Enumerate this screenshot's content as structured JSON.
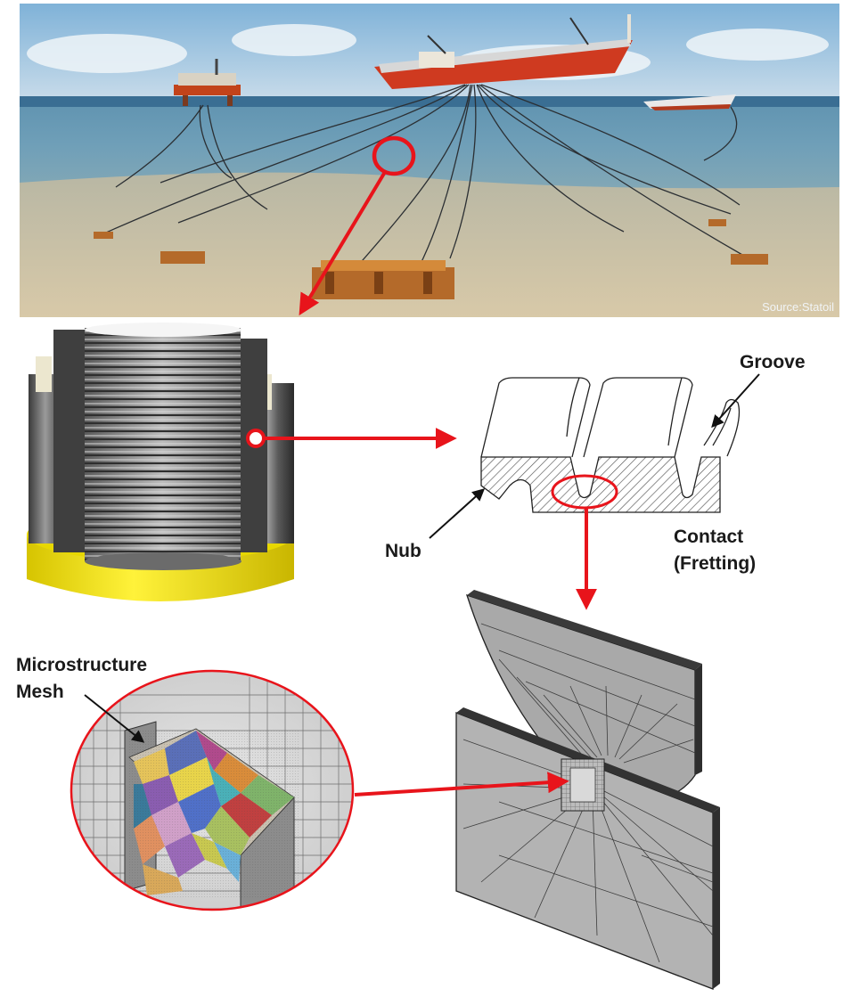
{
  "source_credit": "Source:Statoil",
  "labels": {
    "groove": "Groove",
    "nub": "Nub",
    "contact_line1": "Contact",
    "contact_line2": "(Fretting)",
    "microstructure_line1": "Microstructure",
    "microstructure_line2": "Mesh"
  },
  "colors": {
    "arrow": "#e8141b",
    "sea": "#4f86a8",
    "seabed": "#c9bfa6",
    "yellow_ring": "#f2e000",
    "mesh_grey": "#a8a8a8"
  }
}
